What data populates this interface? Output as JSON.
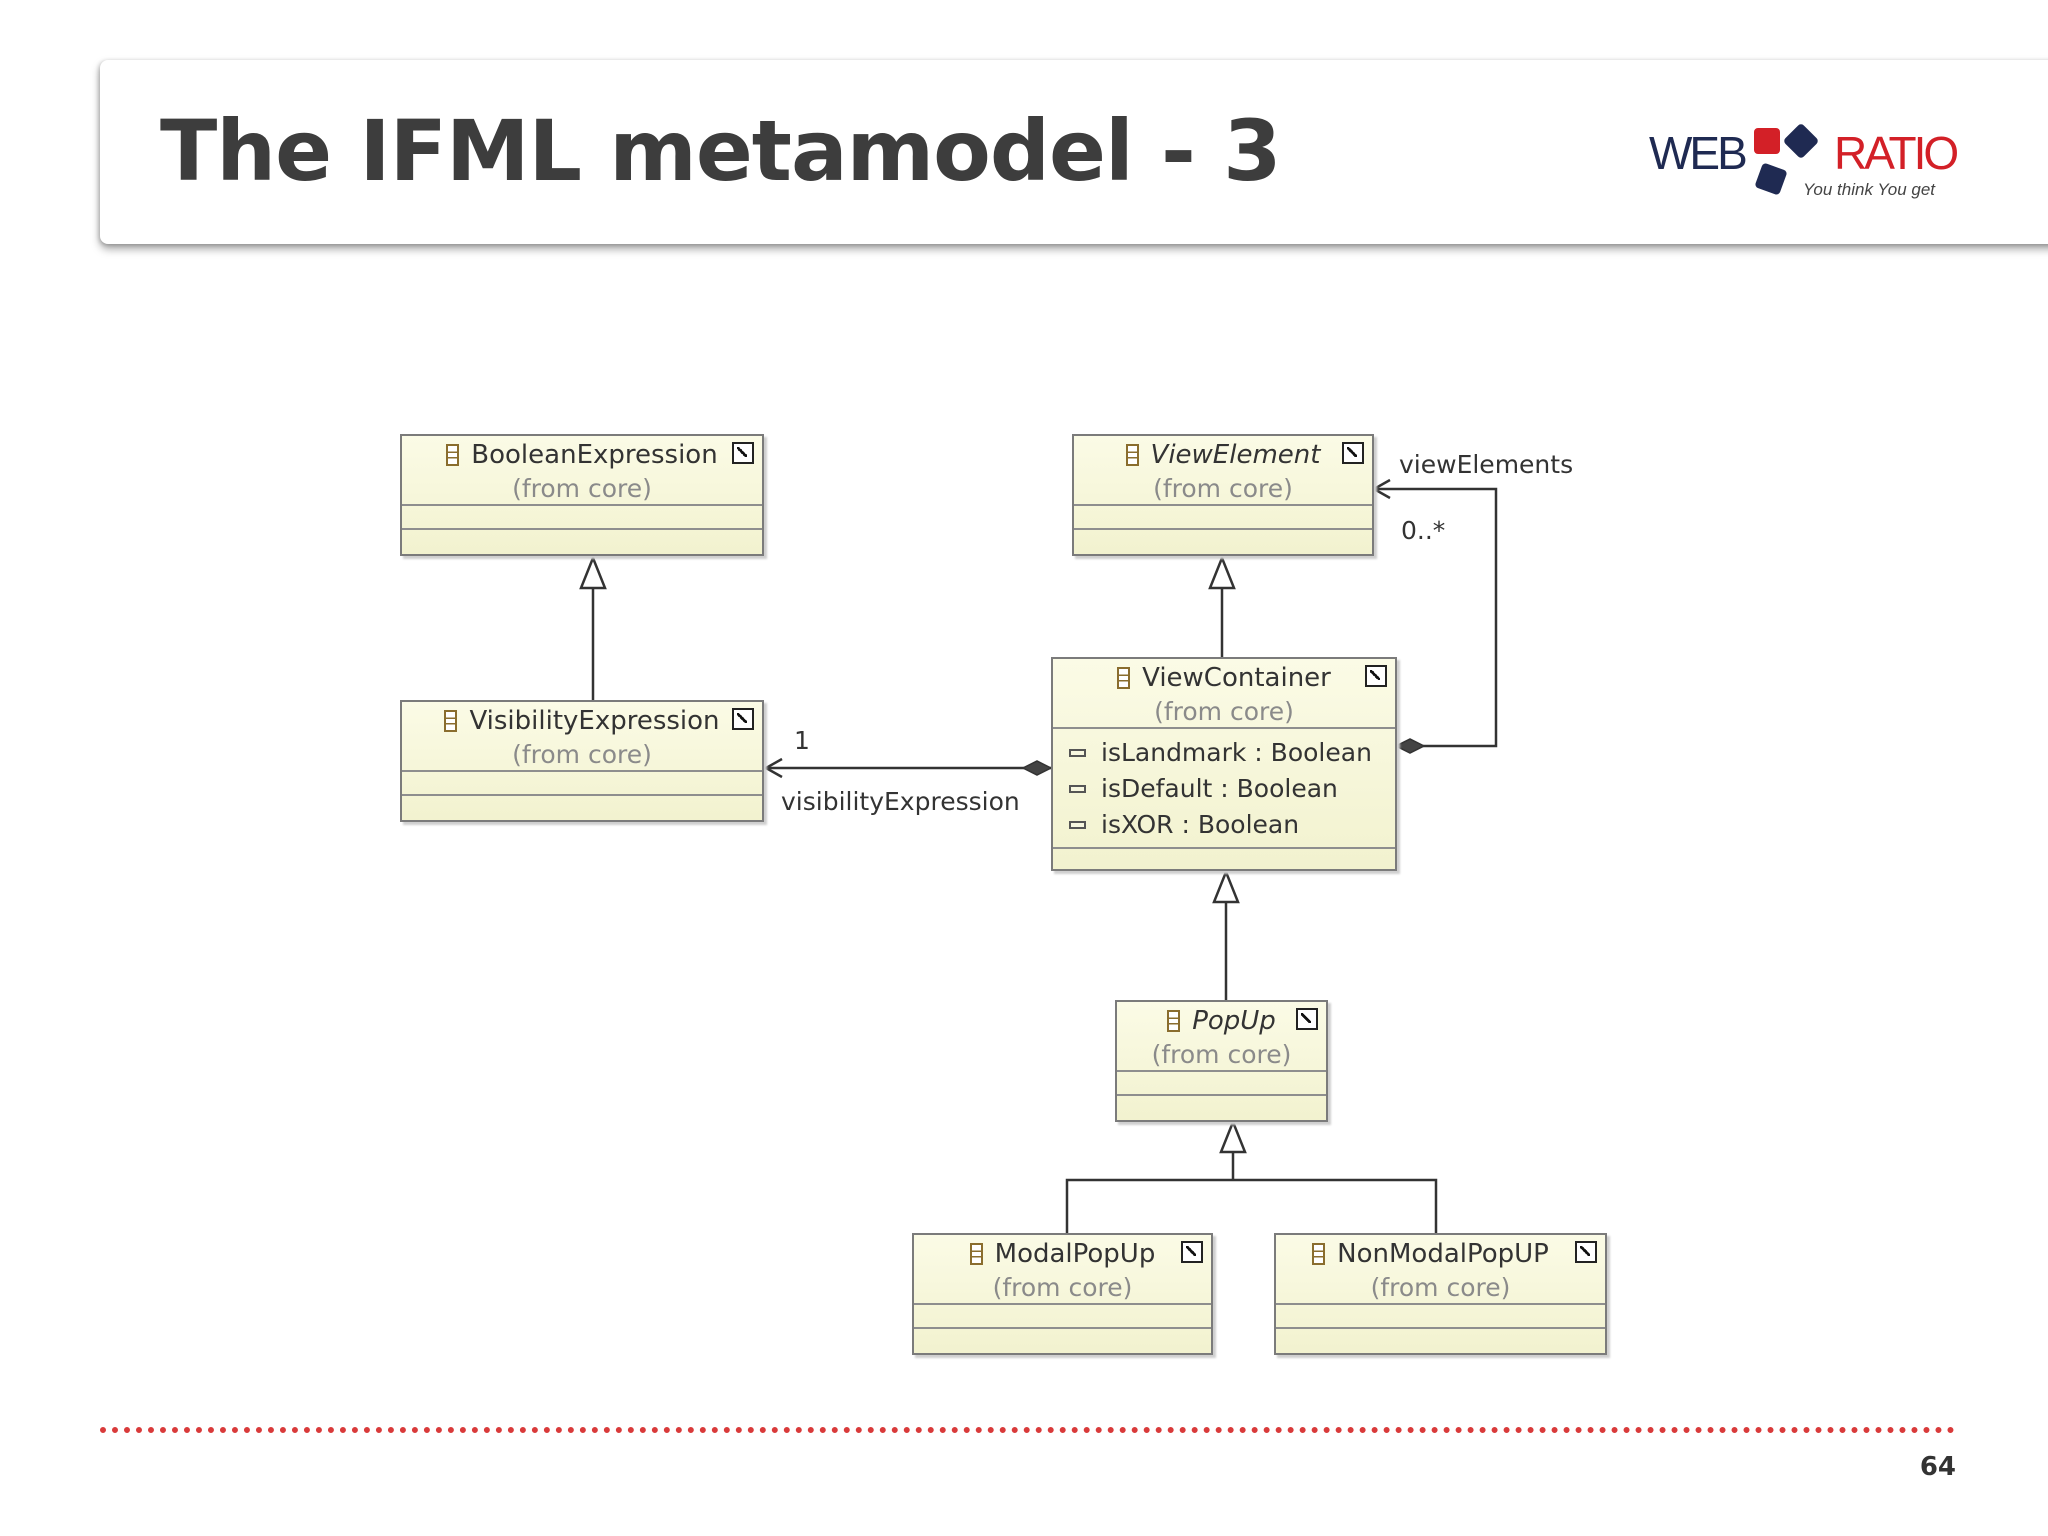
{
  "slide": {
    "title": "The IFML metamodel - 3",
    "page_number": "64"
  },
  "logo": {
    "word_left": "WEB",
    "word_right": "RATIO",
    "tagline": "You think You get",
    "colors": {
      "navy": "#1f2a52",
      "red": "#d32027"
    }
  },
  "diagram": {
    "classes": {
      "boolean_expression": {
        "name": "BooleanExpression",
        "from": "(from core)"
      },
      "view_element": {
        "name": "ViewElement",
        "from": "(from core)"
      },
      "visibility_expression": {
        "name": "VisibilityExpression",
        "from": "(from core)"
      },
      "view_container": {
        "name": "ViewContainer",
        "from": "(from core)",
        "attributes": [
          "isLandmark : Boolean",
          "isDefault : Boolean",
          "isXOR : Boolean"
        ]
      },
      "popup": {
        "name": "PopUp",
        "from": "(from core)"
      },
      "modal_popup": {
        "name": "ModalPopUp",
        "from": "(from core)"
      },
      "non_modal_popup": {
        "name": "NonModalPopUP",
        "from": "(from core)"
      }
    },
    "associations": {
      "view_elements": {
        "role": "viewElements",
        "multiplicity": "0..*"
      },
      "visibility_expression": {
        "role": "visibilityExpression",
        "multiplicity": "1"
      }
    }
  }
}
